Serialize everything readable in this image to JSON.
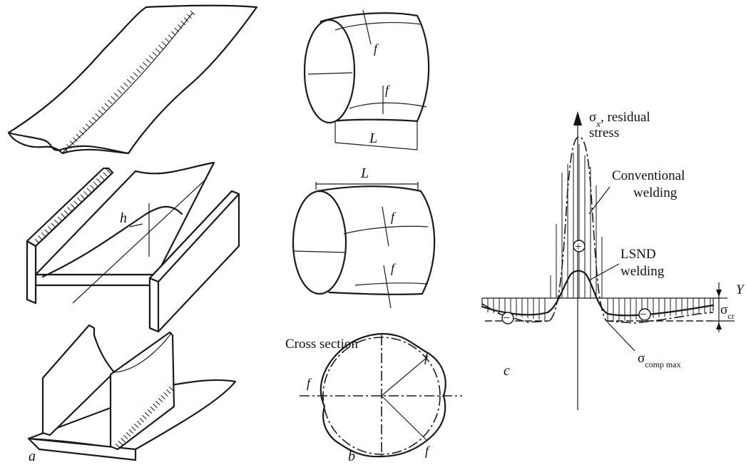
{
  "panels": {
    "a": {
      "label": "a",
      "dimension_label": "h"
    },
    "b": {
      "label": "b",
      "length_label": "L",
      "deflection_label": "f",
      "cross_section_label": "Cross section"
    },
    "c": {
      "label": "c",
      "y_axis_label_symbol": "σ",
      "y_axis_label_sub": "x",
      "y_axis_label_rest": ", residual",
      "y_axis_label_line2": "stress",
      "x_axis_label": "Y",
      "conventional_line1": "Conventional",
      "conventional_line2": "welding",
      "lsnd_line1": "LSND",
      "lsnd_line2": "welding",
      "sigma_cr_symbol": "σ",
      "sigma_cr_sub": "cr",
      "sigma_comp_symbol": "σ",
      "sigma_comp_sub": "comp max",
      "plus_sign": "+",
      "minus_sign": "−"
    }
  }
}
